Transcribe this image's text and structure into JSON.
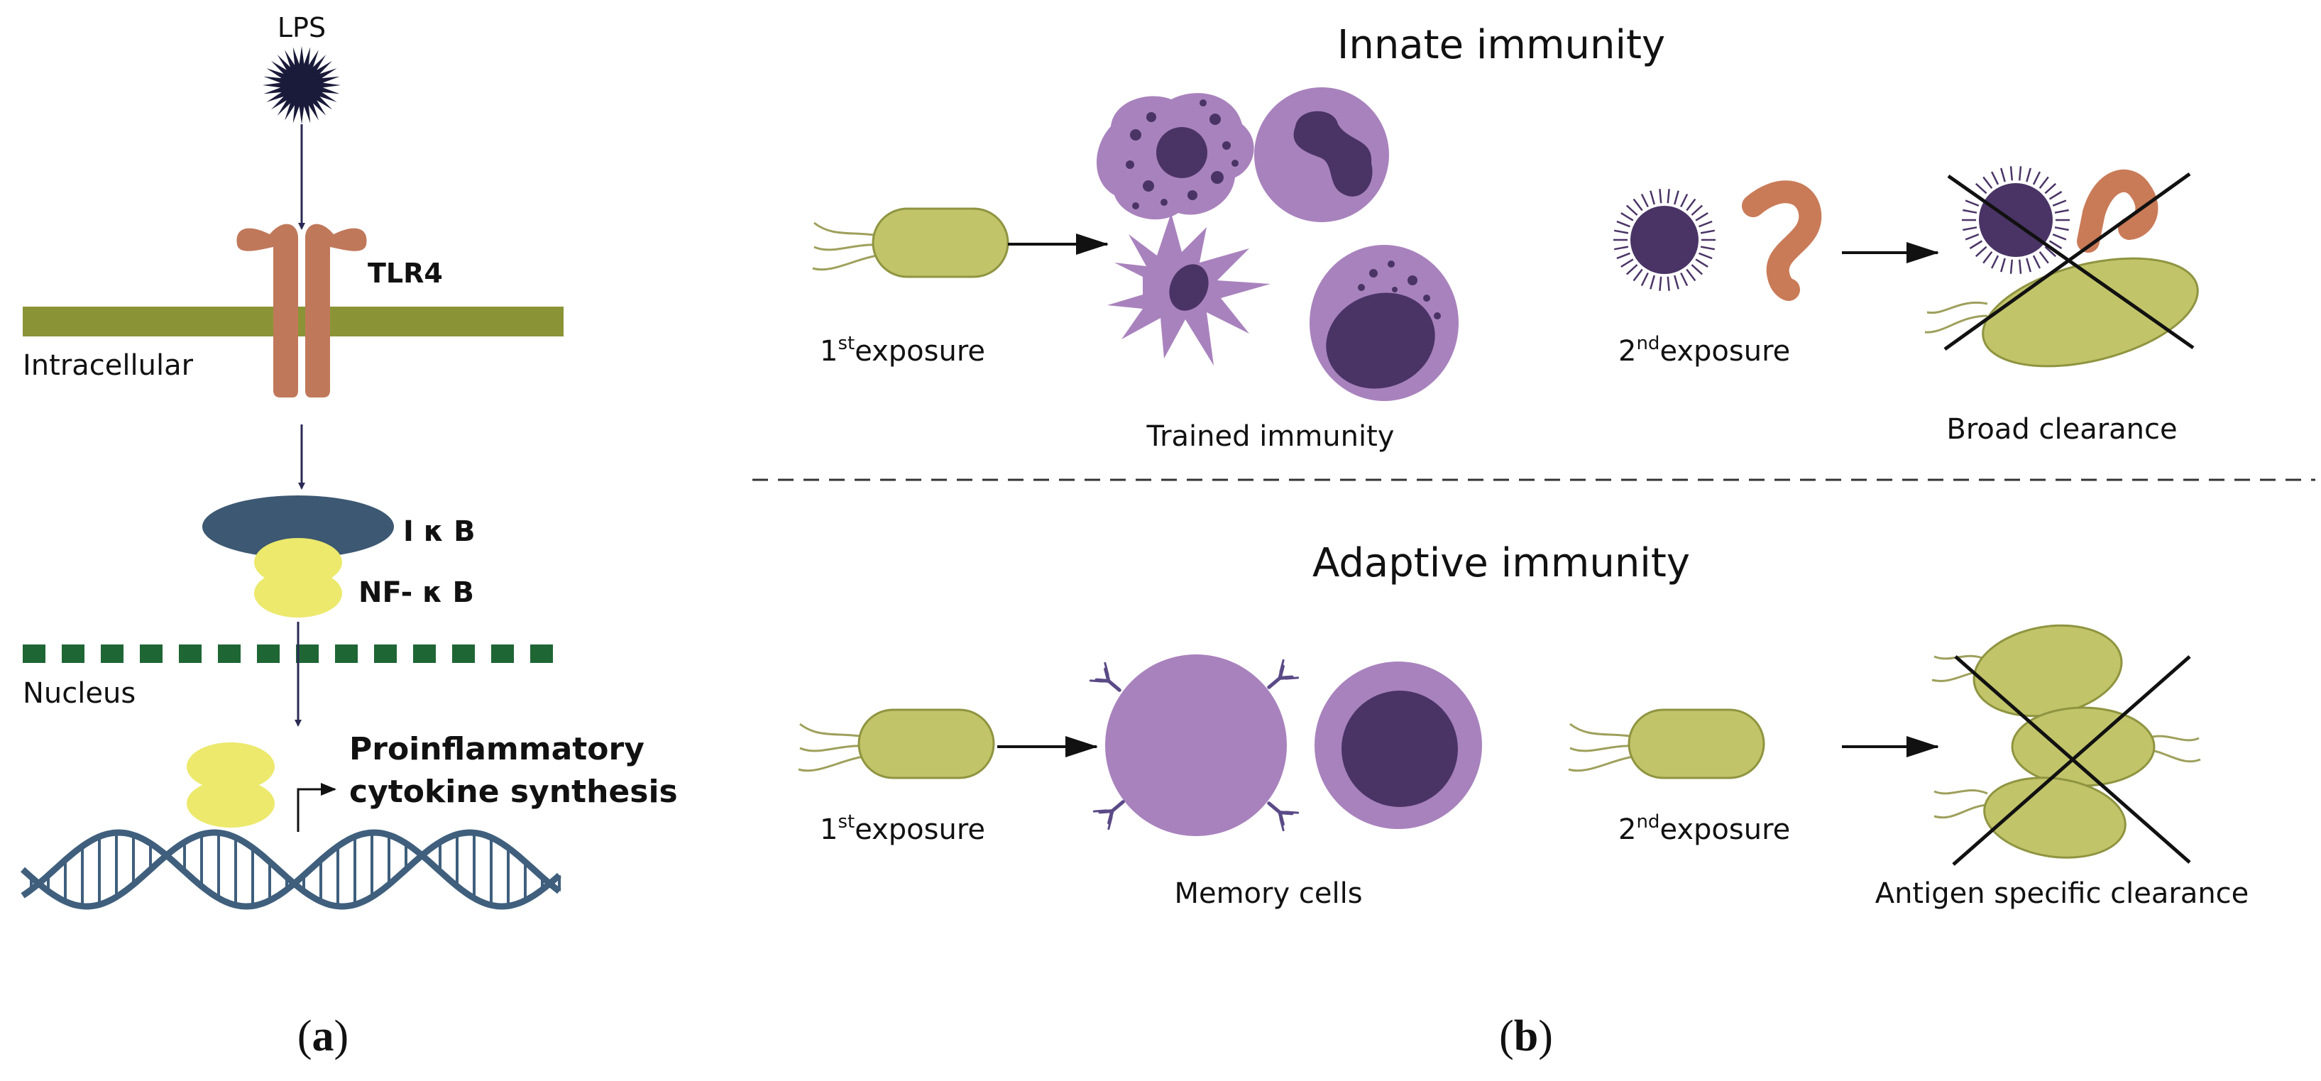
{
  "panel_a": {
    "lps": "LPS",
    "tlr4": "TLR4",
    "intracellular": "Intracellular",
    "ikb": "I κ B",
    "nfkb": "NF- κ B",
    "nucleus": "Nucleus",
    "cytokine_line1": "Proinflammatory",
    "cytokine_line2": "cytokine synthesis",
    "caption_open": "(",
    "caption_letter": "a",
    "caption_close": ")"
  },
  "panel_b": {
    "innate_title": "Innate immunity",
    "adaptive_title": "Adaptive immunity",
    "first_prefix": "1",
    "first_sup": "st",
    "second_prefix": "2",
    "second_sup": "nd",
    "exposure_word": "exposure",
    "trained_immunity": "Trained immunity",
    "broad_clearance": "Broad clearance",
    "memory_cells": "Memory cells",
    "antigen_specific_clearance": "Antigen specific clearance",
    "caption_open": "(",
    "caption_letter": "b",
    "caption_close": ")"
  },
  "colors": {
    "membrane": "#8a9436",
    "receptor": "#c0785a",
    "ikb": "#3d5872",
    "nfkb": "#ece96c",
    "nucleus_dash": "#1f6635",
    "dna": "#3f5f7d",
    "arrow_dark": "#2a2a55",
    "bacterium": "#c2c46a",
    "bacterium_edge": "#8f9440",
    "cell_light": "#a882bd",
    "cell_dark": "#4a3466",
    "lps": "#1a1a3a",
    "pathogen_orange": "#c97b58"
  }
}
